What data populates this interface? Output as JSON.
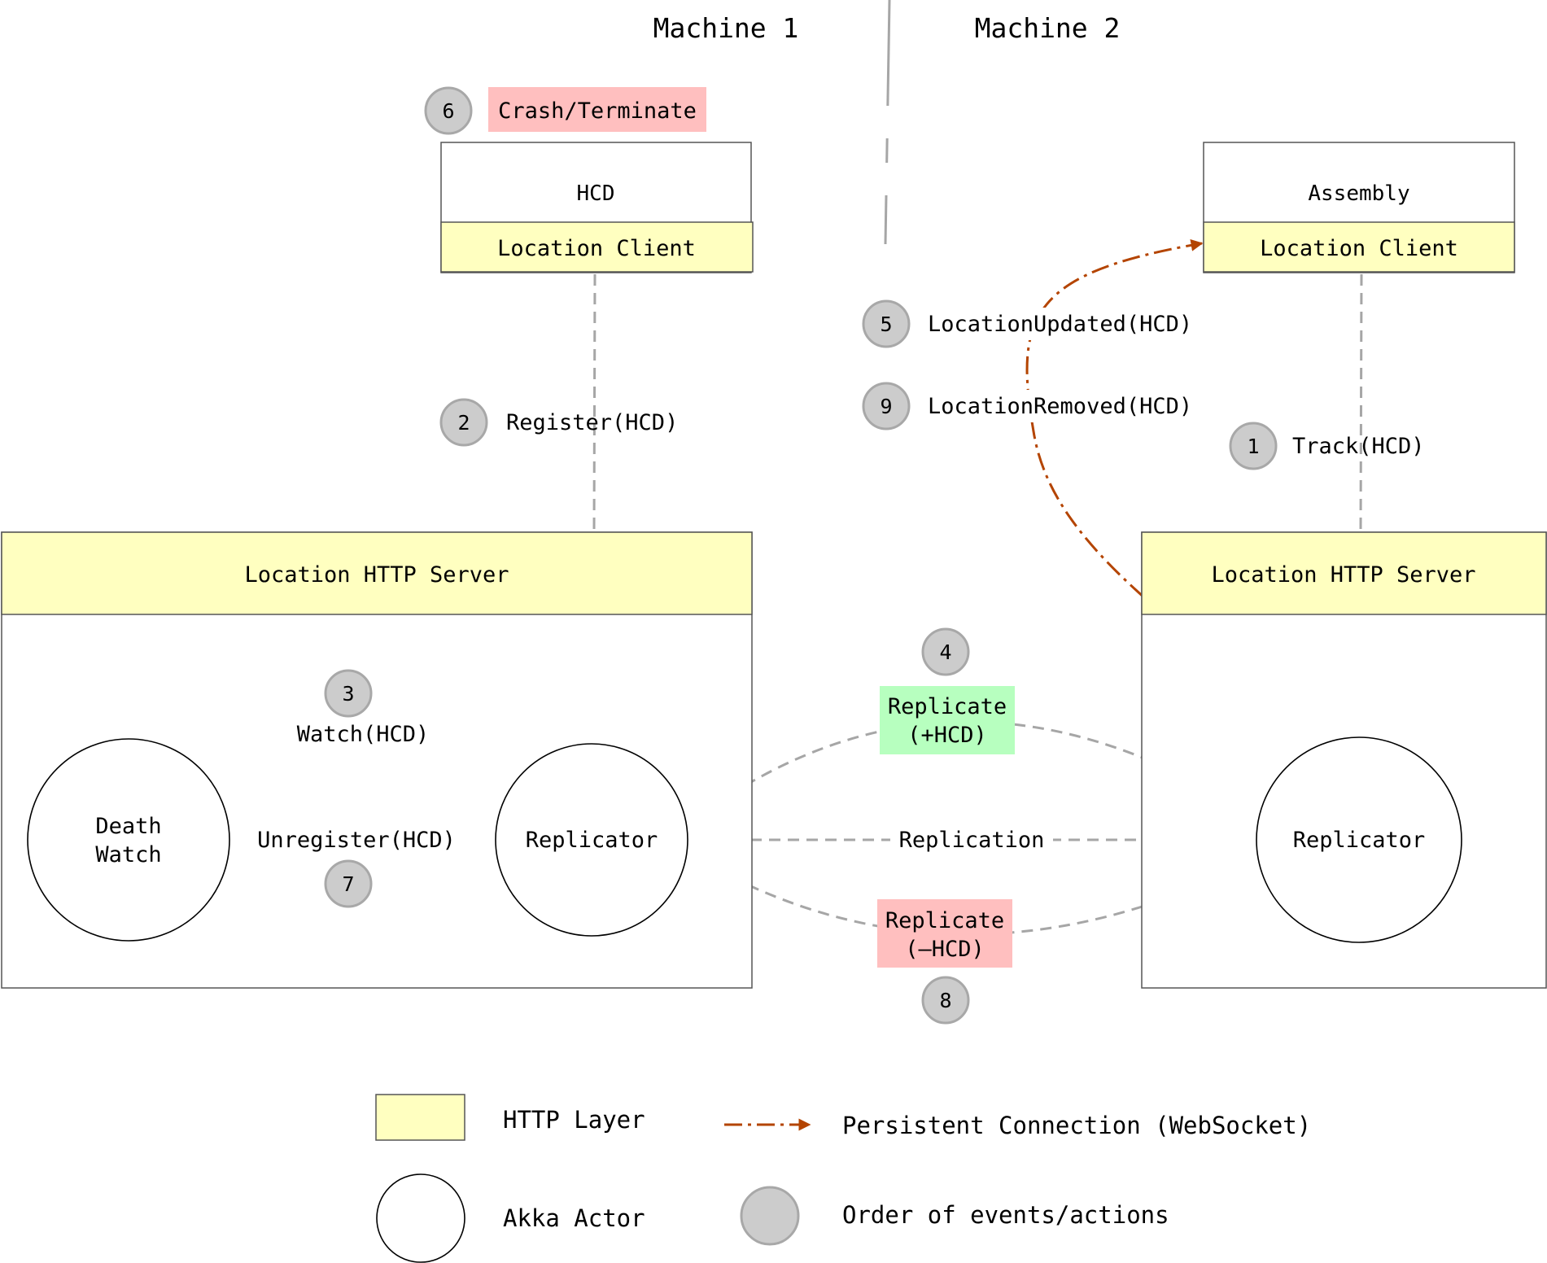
{
  "machines": {
    "left": "Machine 1",
    "right": "Machine 2"
  },
  "colors": {
    "http_layer": "#ffffc0",
    "persistent_connection": "#b44400",
    "flow": "#a6a6a6",
    "badge": "#cccccc",
    "add_replicate": "#b7ffbf",
    "remove_replicate": "#ffbfbf"
  },
  "components": {
    "hcd_box": "HCD",
    "hcd_location_client": "Location Client",
    "assembly_box": "Assembly",
    "assembly_location_client": "Location Client",
    "left_server": "Location HTTP Server",
    "right_server": "Location HTTP Server",
    "death_watch": [
      "Death",
      "Watch"
    ],
    "left_replicator": "Replicator",
    "right_replicator": "Replicator"
  },
  "events": {
    "e1": {
      "number": "1",
      "label": "Track(HCD)"
    },
    "e2": {
      "number": "2",
      "label": "Register(HCD)"
    },
    "e3": {
      "number": "3",
      "label": "Watch(HCD)"
    },
    "e4": {
      "number": "4",
      "label": [
        "Replicate",
        "(+HCD)"
      ]
    },
    "e5": {
      "number": "5",
      "label": "LocationUpdated(HCD)"
    },
    "e6": {
      "number": "6",
      "label": "Crash/Terminate"
    },
    "e7": {
      "number": "7",
      "label": "Unregister(HCD)"
    },
    "e8": {
      "number": "8",
      "label": [
        "Replicate",
        "(—HCD)"
      ]
    },
    "e9": {
      "number": "9",
      "label": "LocationRemoved(HCD)"
    },
    "replication": "Replication"
  },
  "legend": {
    "http_layer": "HTTP Layer",
    "akka_actor": "Akka Actor",
    "persistent_connection": "Persistent Connection (WebSocket)",
    "order": "Order of events/actions"
  }
}
